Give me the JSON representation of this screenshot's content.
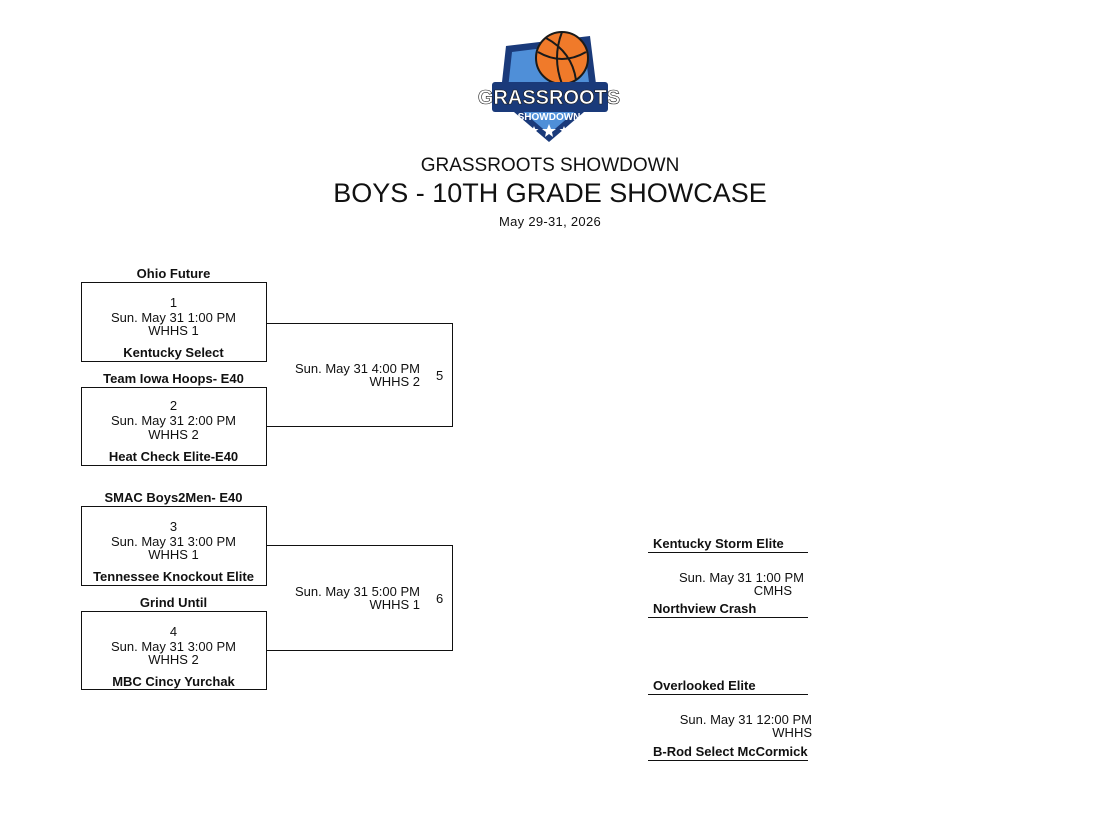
{
  "header": {
    "title": "GRASSROOTS SHOWDOWN",
    "subtitle": "BOYS - 10TH GRADE SHOWCASE",
    "dates": "May 29-31, 2026",
    "logo": {
      "top_text": "GRASSROOTS",
      "bottom_text": "SHOWDOWN",
      "colors": {
        "orange": "#f07a2a",
        "navy": "#1a3a7a",
        "blue": "#4f8fd8"
      }
    }
  },
  "games": [
    {
      "number": "1",
      "time": "Sun. May 31 1:00 PM",
      "court": "WHHS 1",
      "team_top": "Ohio Future",
      "team_bottom": "Kentucky Select"
    },
    {
      "number": "2",
      "time": "Sun. May 31 2:00 PM",
      "court": "WHHS 2",
      "team_top": "Team Iowa Hoops- E40",
      "team_bottom": "Heat Check Elite-E40"
    },
    {
      "number": "3",
      "time": "Sun. May 31 3:00 PM",
      "court": "WHHS 1",
      "team_top": "SMAC Boys2Men- E40",
      "team_bottom": "Tennessee Knockout Elite"
    },
    {
      "number": "4",
      "time": "Sun. May 31 3:00 PM",
      "court": "WHHS 2",
      "team_top": "Grind Until",
      "team_bottom": "MBC Cincy Yurchak"
    }
  ],
  "round2": [
    {
      "number": "5",
      "time": "Sun. May 31 4:00 PM",
      "court": "WHHS 2"
    },
    {
      "number": "6",
      "time": "Sun. May 31 5:00 PM",
      "court": "WHHS 1"
    }
  ],
  "right_games": [
    {
      "team_top": "Kentucky Storm Elite",
      "time": "Sun. May 31 1:00 PM",
      "court": "CMHS",
      "team_bottom": "Northview Crash"
    },
    {
      "team_top": "Overlooked Elite",
      "time": "Sun. May 31 12:00 PM",
      "court": "WHHS",
      "team_bottom": "B-Rod Select McCormick"
    }
  ]
}
